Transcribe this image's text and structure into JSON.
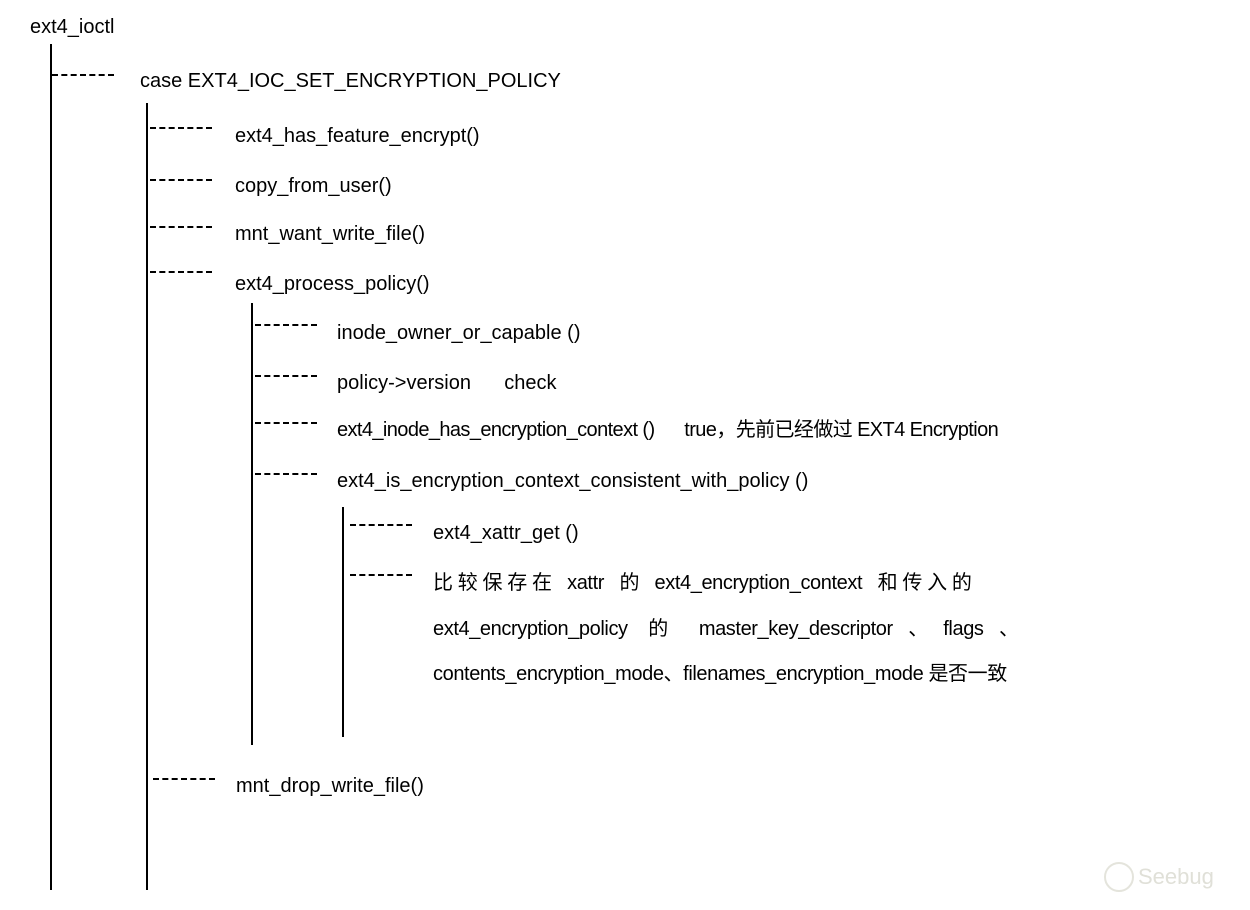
{
  "root": "ext4_ioctl",
  "case": "case EXT4_IOC_SET_ENCRYPTION_POLICY",
  "level1": [
    "ext4_has_feature_encrypt()",
    "copy_from_user()",
    "mnt_want_write_file()",
    "ext4_process_policy()",
    "mnt_drop_write_file()"
  ],
  "level2": [
    "inode_owner_or_capable ()",
    "policy->version      check",
    "ext4_inode_has_encryption_context ()      true，先前已经做过 EXT4 Encryption",
    "ext4_is_encryption_context_consistent_with_policy ()"
  ],
  "level3": [
    "ext4_xattr_get ()"
  ],
  "compare_lines": [
    "比 较 保 存 在   xattr   的   ext4_encryption_context   和 传 入 的",
    "ext4_encryption_policy    的      master_key_descriptor   、   flags   、",
    "contents_encryption_mode、filenames_encryption_mode 是否一致"
  ],
  "watermark": "Seebug"
}
